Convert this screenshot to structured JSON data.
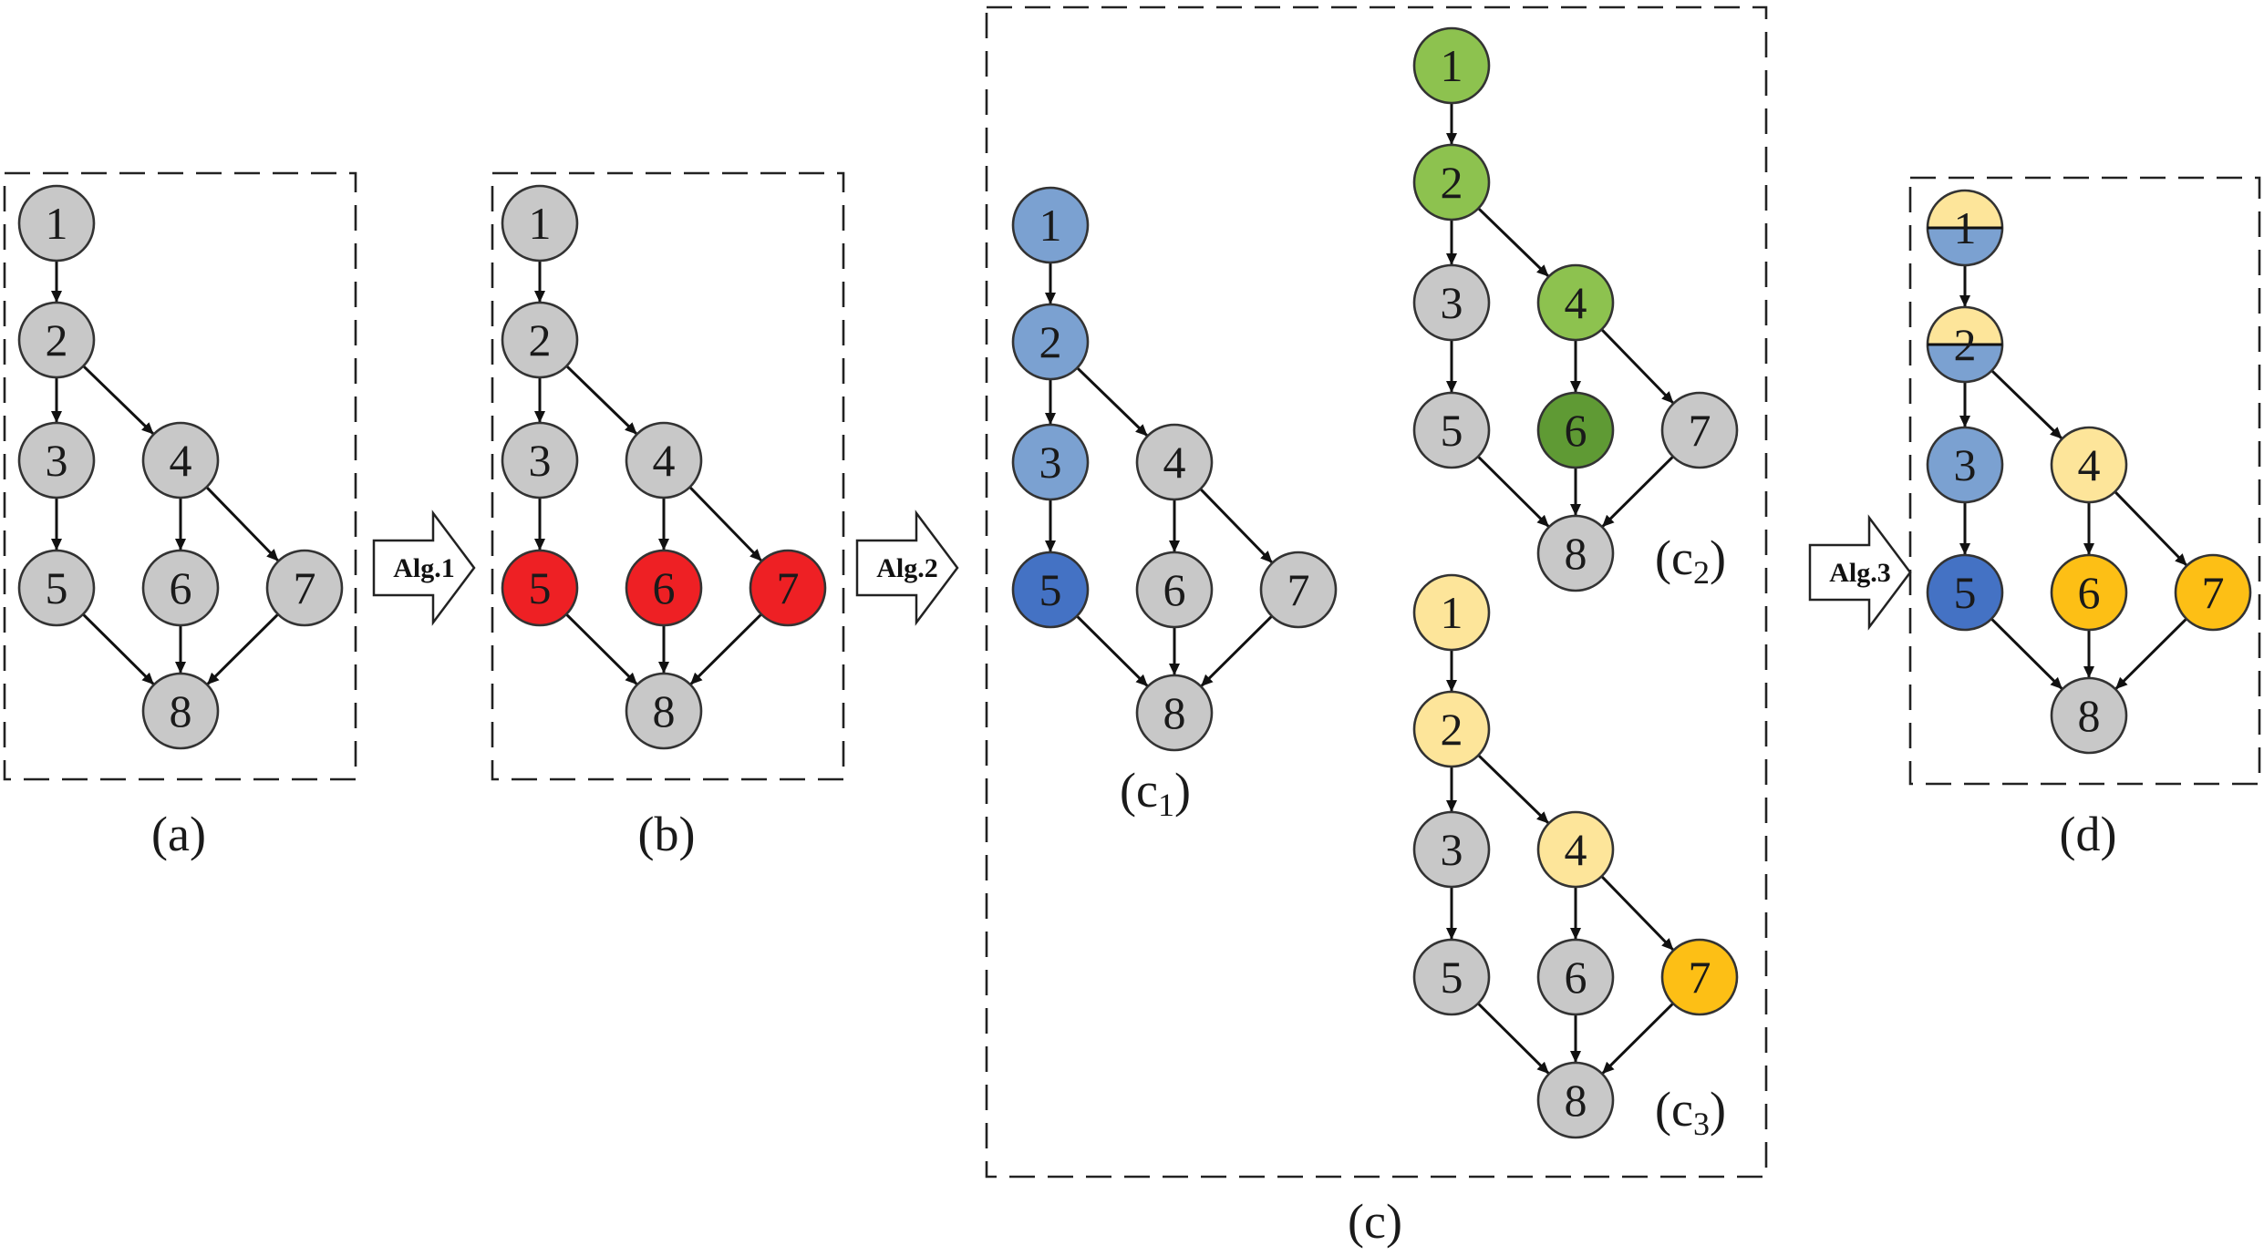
{
  "colors": {
    "gray": "#c8c8c8",
    "red": "#ee2024",
    "light_blue": "#7ba1d1",
    "dark_blue": "#4472c4",
    "light_green": "#8dc24f",
    "dark_green": "#5f9a34",
    "light_yellow": "#fde59a",
    "orange": "#fdbf15"
  },
  "panels": [
    {
      "id": "a",
      "caption": "(a)",
      "colors": [
        "gray",
        "gray",
        "gray",
        "gray",
        "gray",
        "gray",
        "gray",
        "gray"
      ]
    },
    {
      "id": "b",
      "caption": "(b)",
      "colors": [
        "gray",
        "gray",
        "gray",
        "gray",
        "red",
        "red",
        "red",
        "gray"
      ]
    },
    {
      "id": "c1",
      "caption": "(c",
      "sub": "1",
      "colors": [
        "light_blue",
        "light_blue",
        "light_blue",
        "gray",
        "dark_blue",
        "gray",
        "gray",
        "gray"
      ]
    },
    {
      "id": "c2",
      "caption": "(c",
      "sub": "2",
      "colors": [
        "light_green",
        "light_green",
        "gray",
        "light_green",
        "gray",
        "dark_green",
        "gray",
        "gray"
      ]
    },
    {
      "id": "c3",
      "caption": "(c",
      "sub": "3",
      "colors": [
        "light_yellow",
        "light_yellow",
        "gray",
        "light_yellow",
        "gray",
        "gray",
        "orange",
        "gray"
      ]
    },
    {
      "id": "d",
      "caption": "(d)",
      "colors": [
        "split:light_yellow:light_blue",
        "split:light_yellow:light_blue",
        "light_blue",
        "light_yellow",
        "dark_blue",
        "orange",
        "orange",
        "gray"
      ]
    }
  ],
  "node_labels": [
    "1",
    "2",
    "3",
    "4",
    "5",
    "6",
    "7",
    "8"
  ],
  "edges": [
    [
      1,
      2
    ],
    [
      2,
      3
    ],
    [
      2,
      4
    ],
    [
      3,
      5
    ],
    [
      4,
      6
    ],
    [
      4,
      7
    ],
    [
      5,
      8
    ],
    [
      6,
      8
    ],
    [
      7,
      8
    ]
  ],
  "arrows": [
    {
      "id": "alg1",
      "label": "Alg.1"
    },
    {
      "id": "alg2",
      "label": "Alg.2"
    },
    {
      "id": "alg3",
      "label": "Alg.3"
    }
  ],
  "group_caption": "(c)"
}
